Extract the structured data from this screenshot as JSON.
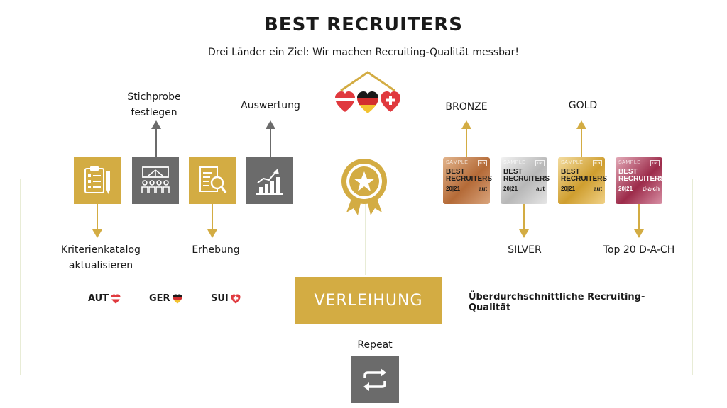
{
  "header": {
    "title": "BEST RECRUITERS",
    "subtitle": "Drei Länder ein Ziel: Wir machen Recruiting-Qualität messbar!"
  },
  "steps": {
    "kriterien": "Kriterienkatalog\naktualisieren",
    "stichprobe": "Stichprobe\nfestlegen",
    "erhebung": "Erhebung",
    "auswertung": "Auswertung"
  },
  "countries": [
    {
      "code": "AUT",
      "flag": "austria-heart-icon"
    },
    {
      "code": "GER",
      "flag": "germany-heart-icon"
    },
    {
      "code": "SUI",
      "flag": "switzerland-heart-icon"
    }
  ],
  "award": {
    "label": "VERLEIHUNG",
    "repeat_label": "Repeat",
    "quality_text": "Überdurchschnittliche Recruiting-Qualität"
  },
  "badges": [
    {
      "level": "BRONZE",
      "sample": "SAMPLE",
      "logo": "ca",
      "name1": "BEST",
      "name2": "RECRUITERS",
      "year": "20|21",
      "region": "aut"
    },
    {
      "level": "SILVER",
      "sample": "SAMPLE",
      "logo": "ca",
      "name1": "BEST",
      "name2": "RECRUITERS",
      "year": "20|21",
      "region": "aut"
    },
    {
      "level": "GOLD",
      "sample": "SAMPLE",
      "logo": "ca",
      "name1": "BEST",
      "name2": "RECRUITERS",
      "year": "20|21",
      "region": "aut"
    },
    {
      "level": "Top 20 D-A-CH",
      "sample": "SAMPLE",
      "logo": "ca",
      "name1": "BEST",
      "name2": "RECRUITERS",
      "year": "20|21",
      "region": "d-a-ch"
    }
  ],
  "colors": {
    "gold": "#d3ac43",
    "gray": "#6b6b6b",
    "arrow_gray": "#6b6b6b",
    "austria_red": "#e0393e",
    "germany_black": "#1a1a1a",
    "germany_gold": "#f2c230",
    "swiss_red": "#e0393e"
  }
}
